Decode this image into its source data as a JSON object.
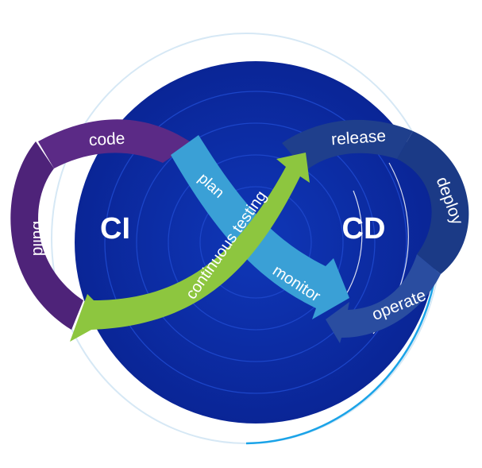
{
  "diagram": {
    "left_label": "CI",
    "right_label": "CD",
    "stages": {
      "code": "code",
      "build": "build",
      "release": "release",
      "deploy": "deploy",
      "operate": "operate",
      "plan": "plan",
      "monitor": "monitor",
      "continuous_testing": "continuous testing"
    }
  },
  "colors": {
    "background_disc": "#0d2ea8",
    "outer_ring": "#1aa3e8",
    "ci_purple": "#5b2a86",
    "cd_navy": "#1f3f8c",
    "plan_monitor_blue": "#3aa0d6",
    "testing_green": "#8dc63f"
  }
}
